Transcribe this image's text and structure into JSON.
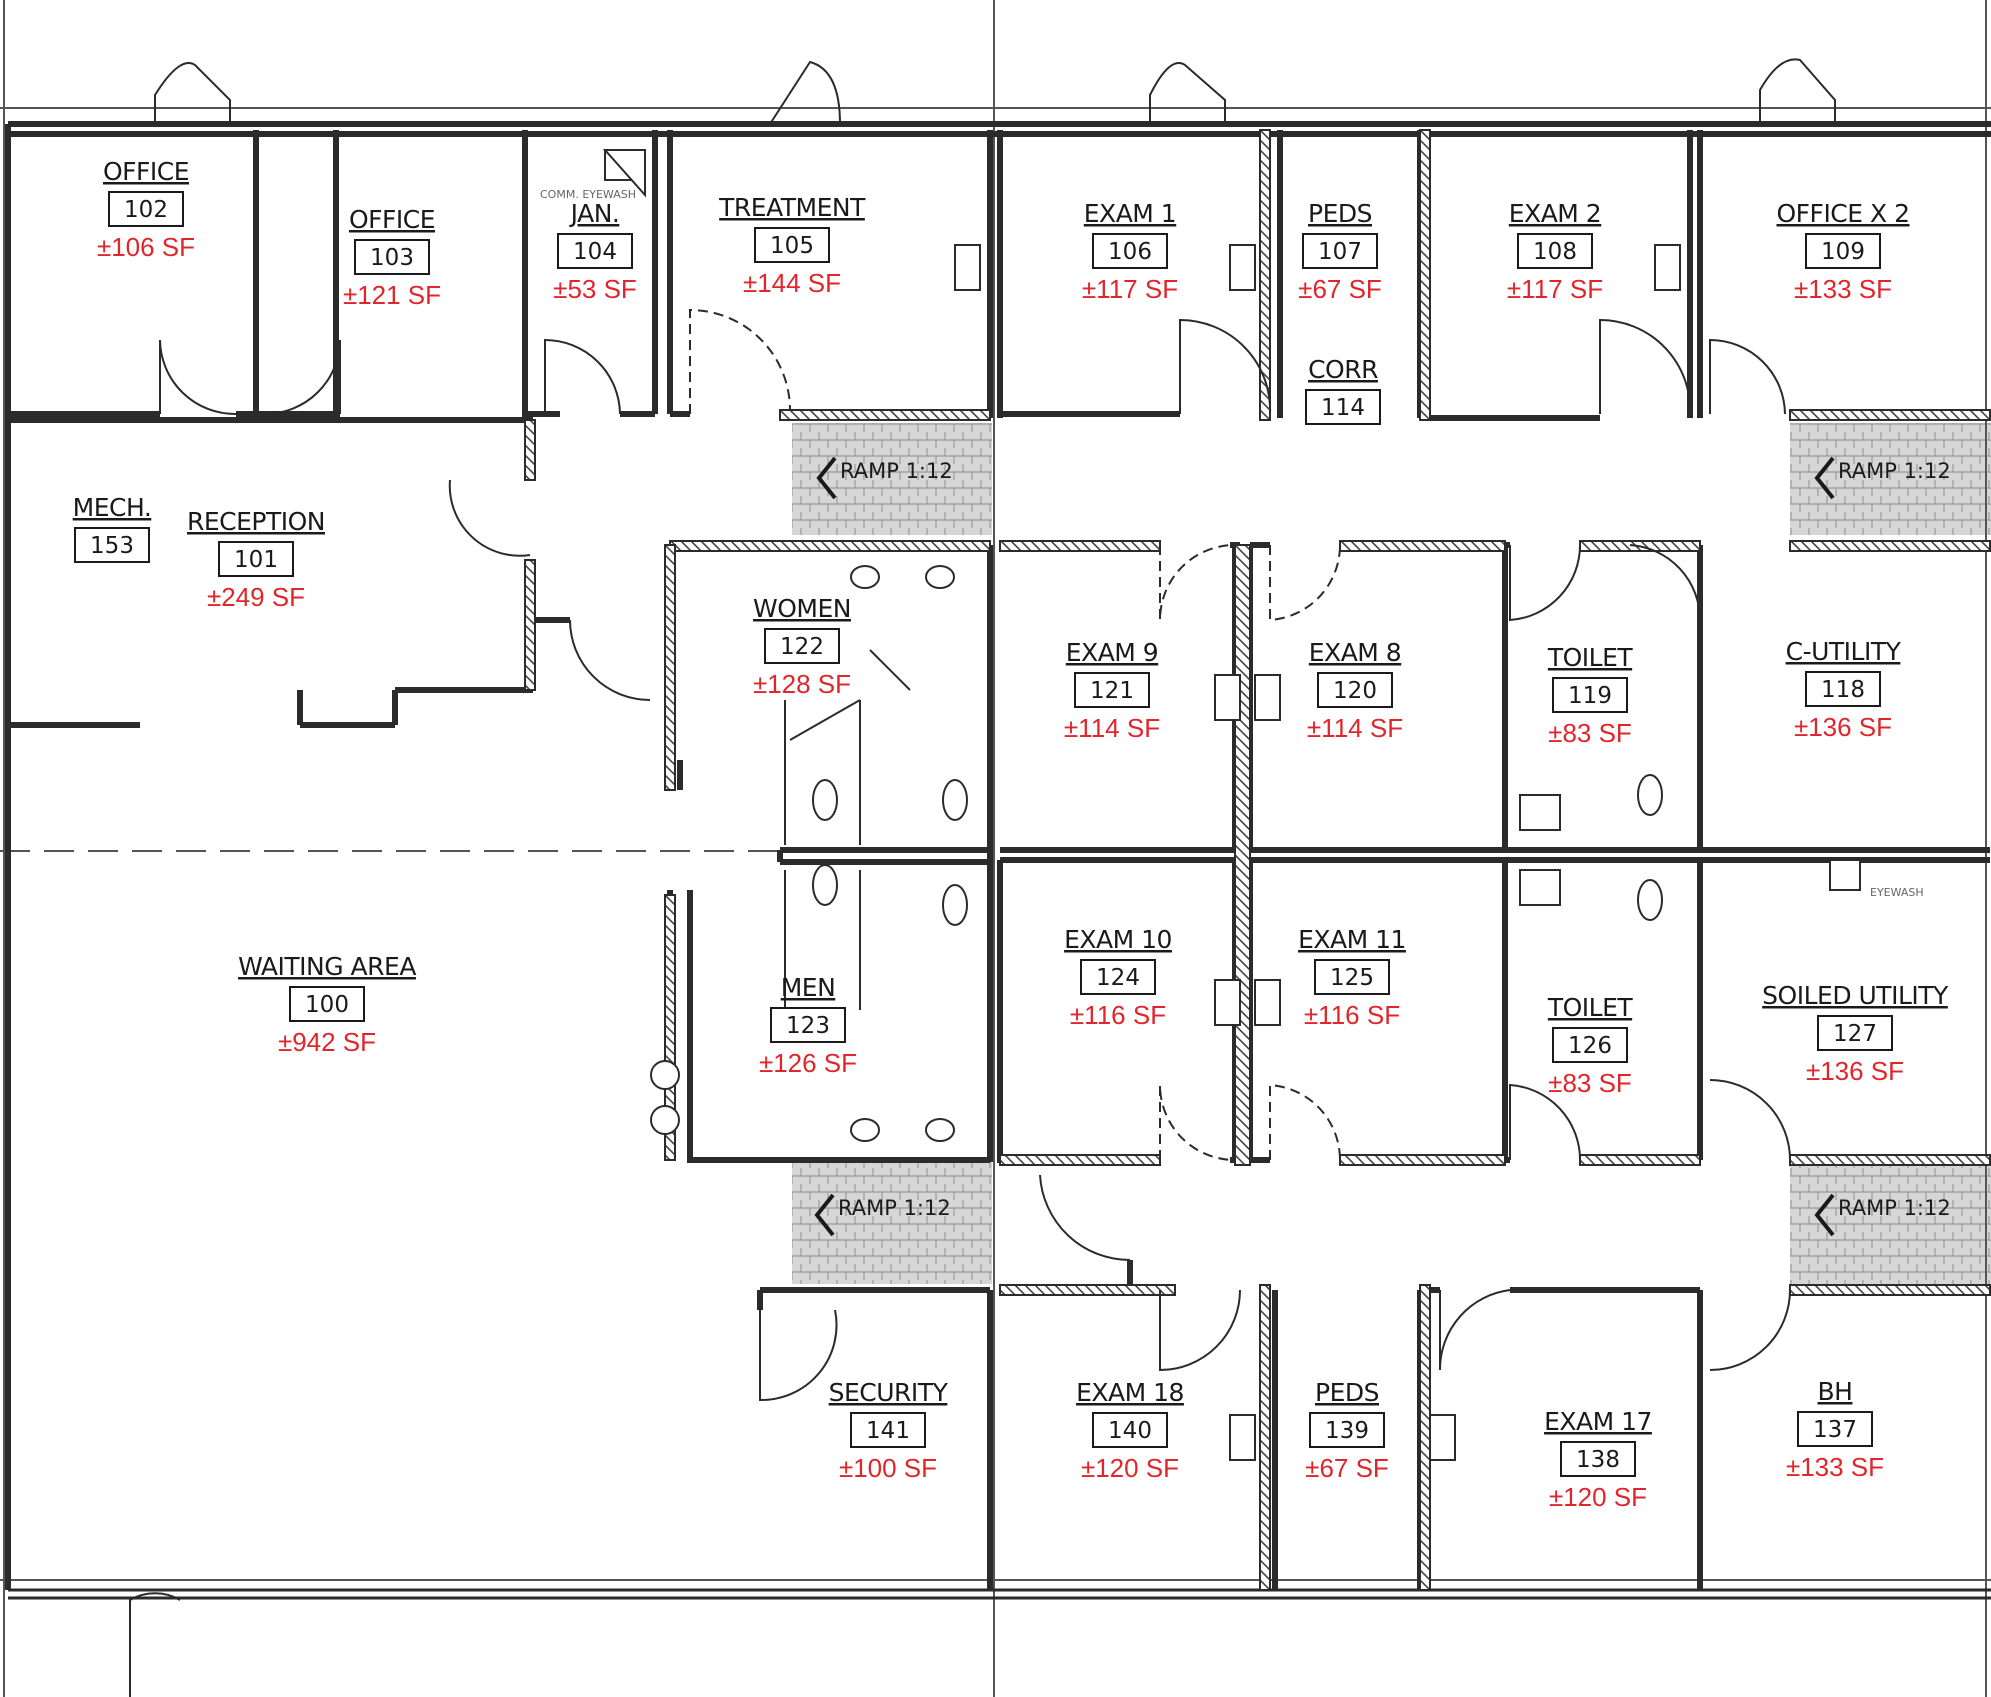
{
  "colors": {
    "wall": "#2b2b2b",
    "area_text": "#e0262b",
    "ramp_fill": "#d8d8d8",
    "ink": "#1a1a1a"
  },
  "rooms": [
    {
      "id": "office-102",
      "name": "OFFICE",
      "number": "102",
      "area": "±106 SF"
    },
    {
      "id": "office-103",
      "name": "OFFICE",
      "number": "103",
      "area": "±121 SF"
    },
    {
      "id": "jan-104",
      "name": "JAN.",
      "number": "104",
      "area": "±53 SF"
    },
    {
      "id": "treatment-105",
      "name": "TREATMENT",
      "number": "105",
      "area": "±144 SF"
    },
    {
      "id": "exam1-106",
      "name": "EXAM 1",
      "number": "106",
      "area": "±117 SF"
    },
    {
      "id": "peds-107",
      "name": "PEDS",
      "number": "107",
      "area": "±67 SF"
    },
    {
      "id": "exam2-108",
      "name": "EXAM 2",
      "number": "108",
      "area": "±117 SF"
    },
    {
      "id": "officex2-109",
      "name": "OFFICE X 2",
      "number": "109",
      "area": "±133 SF"
    },
    {
      "id": "corr-114",
      "name": "CORR",
      "number": "114",
      "area": ""
    },
    {
      "id": "mech-153",
      "name": "MECH.",
      "number": "153",
      "area": ""
    },
    {
      "id": "reception-101",
      "name": "RECEPTION",
      "number": "101",
      "area": "±249 SF"
    },
    {
      "id": "women-122",
      "name": "WOMEN",
      "number": "122",
      "area": "±128 SF"
    },
    {
      "id": "exam9-121",
      "name": "EXAM 9",
      "number": "121",
      "area": "±114 SF"
    },
    {
      "id": "exam8-120",
      "name": "EXAM 8",
      "number": "120",
      "area": "±114 SF"
    },
    {
      "id": "toilet-119",
      "name": "TOILET",
      "number": "119",
      "area": "±83 SF"
    },
    {
      "id": "cutility-118",
      "name": "C-UTILITY",
      "number": "118",
      "area": "±136 SF"
    },
    {
      "id": "waiting-100",
      "name": "WAITING AREA",
      "number": "100",
      "area": "±942 SF"
    },
    {
      "id": "men-123",
      "name": "MEN",
      "number": "123",
      "area": "±126 SF"
    },
    {
      "id": "exam10-124",
      "name": "EXAM 10",
      "number": "124",
      "area": "±116 SF"
    },
    {
      "id": "exam11-125",
      "name": "EXAM 11",
      "number": "125",
      "area": "±116 SF"
    },
    {
      "id": "toilet-126",
      "name": "TOILET",
      "number": "126",
      "area": "±83 SF"
    },
    {
      "id": "soiled-127",
      "name": "SOILED UTILITY",
      "number": "127",
      "area": "±136 SF"
    },
    {
      "id": "security-141",
      "name": "SECURITY",
      "number": "141",
      "area": "±100 SF"
    },
    {
      "id": "exam18-140",
      "name": "EXAM 18",
      "number": "140",
      "area": "±120 SF"
    },
    {
      "id": "peds-139",
      "name": "PEDS",
      "number": "139",
      "area": "±67 SF"
    },
    {
      "id": "exam17-138",
      "name": "EXAM 17",
      "number": "138",
      "area": "±120 SF"
    },
    {
      "id": "bh-137",
      "name": "BH",
      "number": "137",
      "area": "±133 SF"
    }
  ],
  "ramps": [
    {
      "id": "ramp-1",
      "label": "RAMP 1:12"
    },
    {
      "id": "ramp-2",
      "label": "RAMP 1:12"
    },
    {
      "id": "ramp-3",
      "label": "RAMP 1:12"
    },
    {
      "id": "ramp-4",
      "label": "RAMP 1:12"
    }
  ],
  "notes": {
    "comm_eyewash": "COMM. EYEWASH",
    "eyewash": "EYEWASH"
  }
}
